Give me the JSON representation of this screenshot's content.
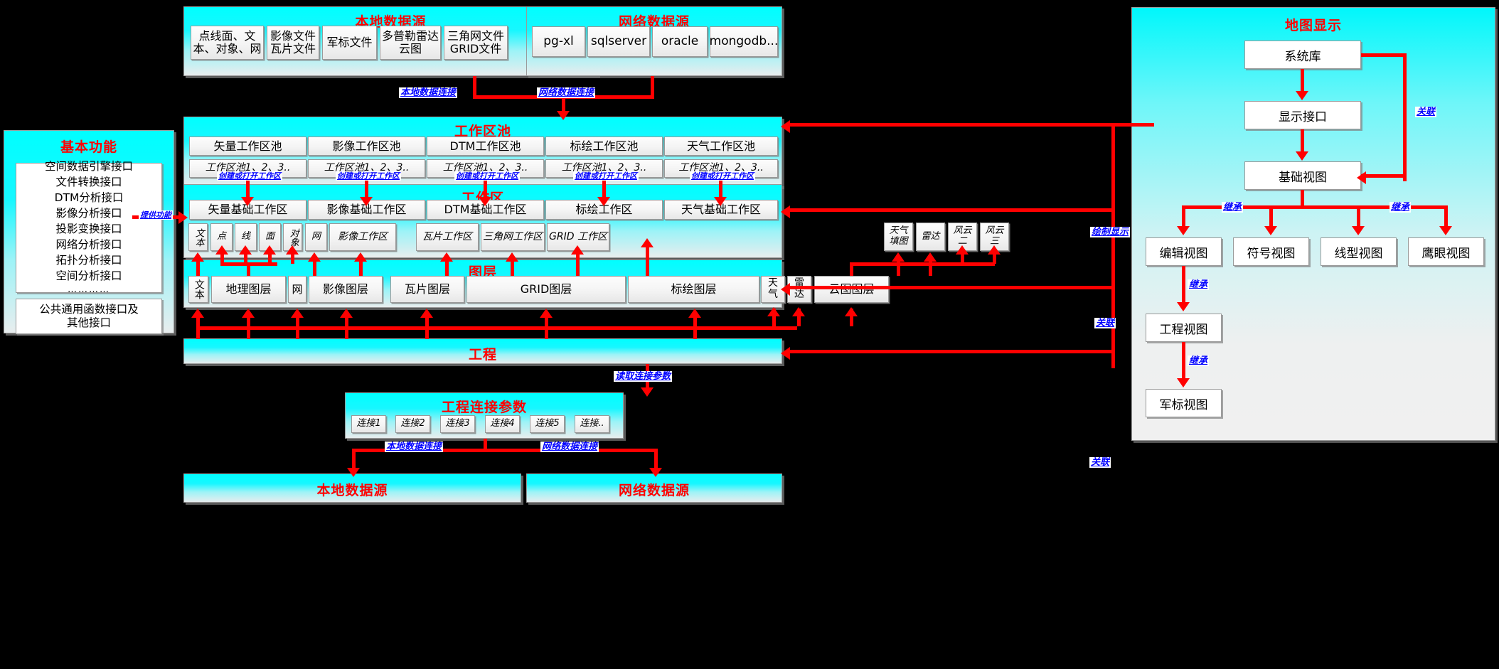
{
  "local_source": {
    "title": "本地数据源",
    "items": [
      "点线面、文本、对象、网",
      "影像文件瓦片文件",
      "军标文件",
      "多普勒雷达云图",
      "三角网文件GRID文件"
    ],
    "items_l1": [
      "点线面、文",
      "影像文件",
      "军标文件",
      "多普勒雷达",
      "三角网文件"
    ],
    "items_l2": [
      "本、对象、网",
      "瓦片文件",
      "",
      "云图",
      "GRID文件"
    ]
  },
  "net_source": {
    "title": "网络数据源",
    "items": [
      "pg-xl",
      "sqlserver",
      "oracle",
      "mongodb..."
    ]
  },
  "basic": {
    "title": "基本功能",
    "interfaces": [
      "空间数据引擎接口",
      "文件转换接口",
      "DTM分析接口",
      "影像分析接口",
      "投影变换接口",
      "网络分析接口",
      "拓扑分析接口",
      "空间分析接口",
      "…………"
    ],
    "footer_l1": "公共通用函数接口及",
    "footer_l2": "其他接口"
  },
  "pool": {
    "title": "工作区池",
    "columns": [
      "矢量工作区池",
      "影像工作区池",
      "DTM工作区池",
      "标绘工作区池",
      "天气工作区池"
    ],
    "sub": "工作区池1、2、3.."
  },
  "workspace": {
    "title": "工作区",
    "columns": [
      "矢量基础工作区",
      "影像基础工作区",
      "DTM基础工作区",
      "标绘工作区",
      "天气基础工作区"
    ],
    "chips": [
      "文本",
      "点",
      "线",
      "面",
      "对象",
      "网",
      "影像工作区",
      "瓦片工作区",
      "三角网工作区",
      "GRID 工作区",
      "天气填图",
      "雷达",
      "风云二",
      "风云三"
    ]
  },
  "layers": {
    "title": "图层",
    "chips": [
      "文本",
      "地理图层",
      "网",
      "影像图层",
      "瓦片图层",
      "GRID图层",
      "标绘图层",
      "天气",
      "雷达",
      "云图图层"
    ]
  },
  "project": {
    "title": "工程"
  },
  "conn_params": {
    "title": "工程连接参数",
    "items": [
      "连接1",
      "连接2",
      "连接3",
      "连接4",
      "连接5",
      "连接.."
    ]
  },
  "bottom_local": {
    "title": "本地数据源"
  },
  "bottom_net": {
    "title": "网络数据源"
  },
  "map_display": {
    "title": "地图显示",
    "nodes": {
      "system_lib": "系统库",
      "display_if": "显示接口",
      "base_view": "基础视图",
      "edit_view": "编辑视图",
      "symbol_view": "符号视图",
      "line_view": "线型视图",
      "eagle_view": "鹰眼视图",
      "project_view": "工程视图",
      "military_view": "军标视图"
    }
  },
  "edge_labels": {
    "local_conn": "本地数据连接",
    "net_conn": "网络数据连接",
    "create_open_ws": "创建或打开工作区",
    "provide_func": "提供功能",
    "read_conn_params": "读取连接参数",
    "draw_display": "绘制显示",
    "relate": "关联",
    "inherit": "继承"
  },
  "colors": {
    "accent_red": "#ff0000",
    "label_blue": "#0000ff",
    "panel_cyan": "#00ffff",
    "cell_grey": "#f2f2f2"
  }
}
